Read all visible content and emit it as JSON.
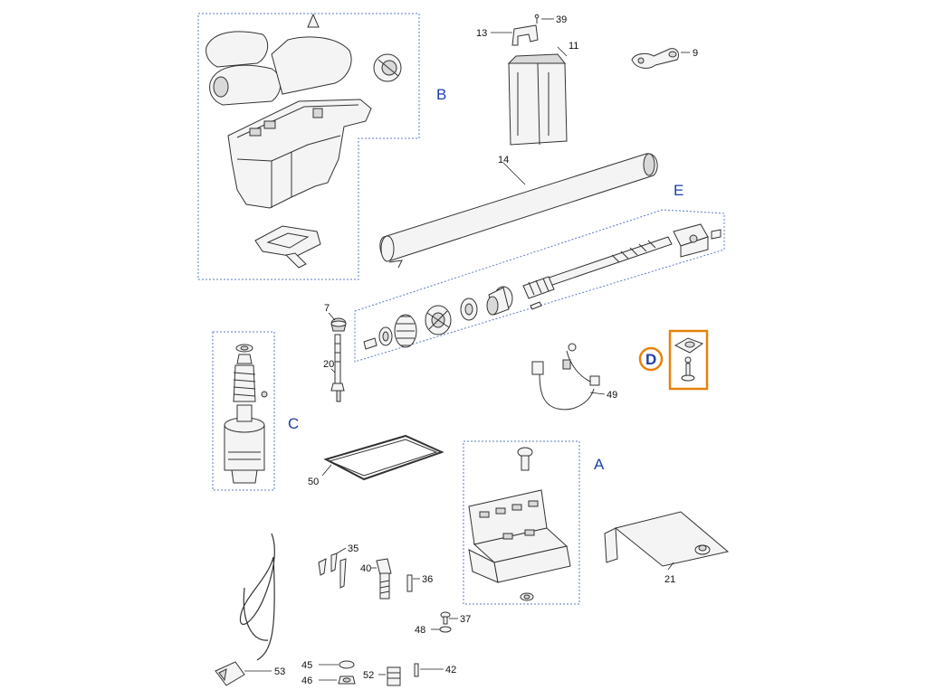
{
  "diagram": {
    "groups": {
      "A": "A",
      "B": "B",
      "C": "C",
      "D": "D",
      "E": "E"
    },
    "part_numbers": {
      "p7": "7",
      "p9": "9",
      "p11": "11",
      "p13": "13",
      "p14": "14",
      "p20": "20",
      "p21": "21",
      "p35": "35",
      "p36": "36",
      "p37": "37",
      "p39": "39",
      "p40": "40",
      "p42": "42",
      "p45": "45",
      "p46": "46",
      "p48": "48",
      "p49": "49",
      "p50": "50",
      "p52": "52",
      "p53": "53"
    },
    "colors": {
      "group_letter": "#1f3fa8",
      "group_frame": "#5b7bc4",
      "highlight": "#e8820c",
      "line": "#333333"
    }
  }
}
